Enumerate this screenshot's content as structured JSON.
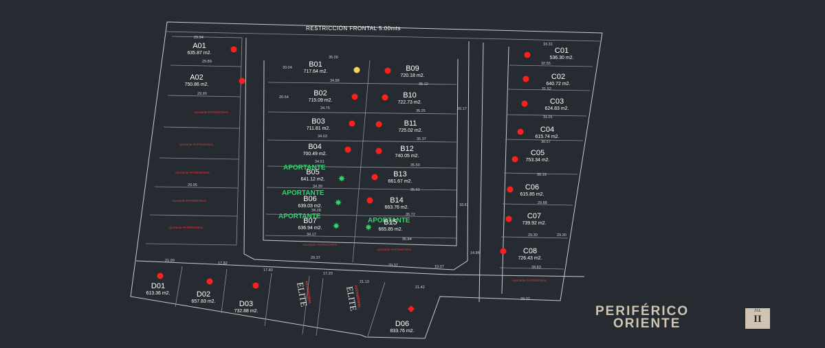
{
  "restriction_label": "RESTRICCIÓN FRONTAL 5.00mts",
  "colors": {
    "background": "#262b31",
    "available_dot": "#ff1f1f",
    "reserved_dot": "#f2d45a",
    "aportante": "#2fd46a",
    "patrimonial": "#e03a3a"
  },
  "aportante_label": "APORTANTE",
  "patrimonial_label": "Aportante PATRIMONIAL",
  "elite_label": "ELITE",
  "elite_sub": "PATRIMONIAL",
  "lots": [
    {
      "id": "A01",
      "area": "635.87 m2.",
      "status": "available"
    },
    {
      "id": "A02",
      "area": "750.86 m2.",
      "status": "available"
    },
    {
      "id": "B01",
      "area": "717.64 m2.",
      "status": "reserved"
    },
    {
      "id": "B09",
      "area": "720.18 m2.",
      "status": "available"
    },
    {
      "id": "B02",
      "area": "715.09 m2.",
      "status": "available"
    },
    {
      "id": "B10",
      "area": "722.73 m2.",
      "status": "available"
    },
    {
      "id": "B03",
      "area": "711.81 m2.",
      "status": "available"
    },
    {
      "id": "B11",
      "area": "725.02 m2.",
      "status": "available"
    },
    {
      "id": "B04",
      "area": "700.49 m2.",
      "status": "available"
    },
    {
      "id": "B12",
      "area": "740.05 m2.",
      "status": "available"
    },
    {
      "id": "B05",
      "area": "641.12 m2.",
      "status": "aportante"
    },
    {
      "id": "B13",
      "area": "661.67 m2.",
      "status": "available"
    },
    {
      "id": "B06",
      "area": "639.03 m2.",
      "status": "aportante"
    },
    {
      "id": "B14",
      "area": "663.76 m2.",
      "status": "available"
    },
    {
      "id": "B07",
      "area": "636.94 m2.",
      "status": "aportante"
    },
    {
      "id": "B15",
      "area": "665.85 m2.",
      "status": "aportante"
    },
    {
      "id": "C01",
      "area": "536.30 m2.",
      "status": "available"
    },
    {
      "id": "C02",
      "area": "640.72 m2.",
      "status": "available"
    },
    {
      "id": "C03",
      "area": "624.83 m2.",
      "status": "available"
    },
    {
      "id": "C04",
      "area": "615.74 m2.",
      "status": "available"
    },
    {
      "id": "C05",
      "area": "753.34 m2.",
      "status": "available"
    },
    {
      "id": "C06",
      "area": "615.85 m2.",
      "status": "available"
    },
    {
      "id": "C07",
      "area": "739.92 m2.",
      "status": "available"
    },
    {
      "id": "C08",
      "area": "726.43 m2.",
      "status": "available"
    },
    {
      "id": "D01",
      "area": "613.36 m2.",
      "status": "available"
    },
    {
      "id": "D02",
      "area": "657.83 m2.",
      "status": "available"
    },
    {
      "id": "D03",
      "area": "732.88 m2.",
      "status": "available"
    },
    {
      "id": "D06",
      "area": "833.76 m2.",
      "status": "available"
    }
  ],
  "dimensions": [
    "29.94",
    "29.89",
    "29.90",
    "29.95",
    "21.00",
    "17.82",
    "17.80",
    "17.20",
    "21.13",
    "21.42",
    "35.00",
    "34.88",
    "35.12",
    "34.75",
    "35.25",
    "34.63",
    "35.37",
    "34.51",
    "35.50",
    "34.39",
    "35.61",
    "34.28",
    "35.72",
    "34.17",
    "35.84",
    "29.37",
    "29.37",
    "10.37",
    "33.31",
    "32.55",
    "31.52",
    "31.01",
    "30.57",
    "30.19",
    "29.88",
    "29.30",
    "28.83",
    "29.32",
    "29.30",
    "20.04",
    "20.54",
    "18.61",
    "20.17",
    "14.86"
  ],
  "brand": {
    "line1": "PERIFÉRICO",
    "line2": "ORIENTE",
    "badge_top": "JAL",
    "badge_num": "II"
  }
}
